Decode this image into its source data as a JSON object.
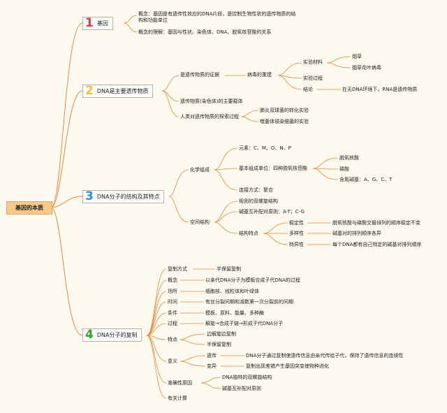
{
  "root": "基因的本质",
  "branches": [
    {
      "num": "1",
      "label": "基因",
      "color": "#e0334f"
    },
    {
      "num": "2",
      "label": "DNA是主要遗传物质",
      "color": "#f2c230"
    },
    {
      "num": "3",
      "label": "DNA分子的结构及其特点",
      "color": "#2b8fd6"
    },
    {
      "num": "4",
      "label": "DNA分子的复制",
      "color": "#34a62a"
    }
  ],
  "b1": {
    "concept": "概念：基因是有遗传性效应的DNA片段，是控制生物性状的遗传物质的结构和功能单位",
    "understanding": "概念的理解：基因与性状、染色体、DNA、脱氧核苷酸的关系"
  },
  "b2": {
    "evidence": "是遗传物质的证据",
    "virus": "病毒的重建",
    "material": "实验材料",
    "tobacco": "烟草",
    "tmv": "烟草花叶病毒",
    "process": "实验过程",
    "conclusion": "结论",
    "conclusion_text": "在无DNA环境下，RNA是遗传物质",
    "carrier": "遗传物质(染色体)的主要载体",
    "explore": "人类对遗传物质的探索过程",
    "pneumo": "肺炎双球菌的转化实验",
    "phage": "噬菌体侵染细菌的实验"
  },
  "b3": {
    "chem": "化学组成",
    "elements": "元素：C、M、O、N、P",
    "unit": "基本组成单位：四种脱氧核苷酸",
    "deoxyribose": "脱氧核酸",
    "phosphate": "磷酸",
    "bases": "含氮碱基：A、G、C、T",
    "link": "连接方式：聚合",
    "spatial": "空间结构",
    "helix": "规则的双螺旋结构",
    "pairing": "碱基互补配对原则：A-T；C-G",
    "features": "结构特点",
    "stability": "稳定性",
    "stability_text": "脱氧核酸与磷酸交替排列的顺序稳定不变",
    "diversity": "多样性",
    "diversity_text": "碱基对的排列顺序各异",
    "specificity": "特异性",
    "specificity_text": "每个DNA都有自己特定的碱基对排列顺序"
  },
  "b4": {
    "mode": "复制方式",
    "mode_text": "半保留复制",
    "concept": "概念",
    "concept_text": "以亲代DNA分子为模板合成子代DNA的过程",
    "site": "场所",
    "site_text": "细胞核、线粒体和叶绿体",
    "time": "时间",
    "time_text": "有丝分裂间期和减数第一次分裂前的间期",
    "condition": "条件",
    "condition_text": "模板、原料、能量、多种酶",
    "process": "过程",
    "process_text": "解旋→合成子链→形成子代DNA分子",
    "features": "特点",
    "feature1": "边解旋边复制",
    "feature2": "半保留复制",
    "meaning": "意义",
    "inherit": "遗传",
    "inherit_text": "DNA分子通过复制使遗传信息由亲代传给子代，保持了遗传信息的连续性",
    "variation": "变异",
    "variation_text": "复制出现差错产生基因突变使物种进化",
    "accuracy": "准确性原因",
    "accuracy1": "DNA独特的双螺旋结构",
    "accuracy2": "碱基互补配对原则",
    "calc": "有关计算"
  }
}
